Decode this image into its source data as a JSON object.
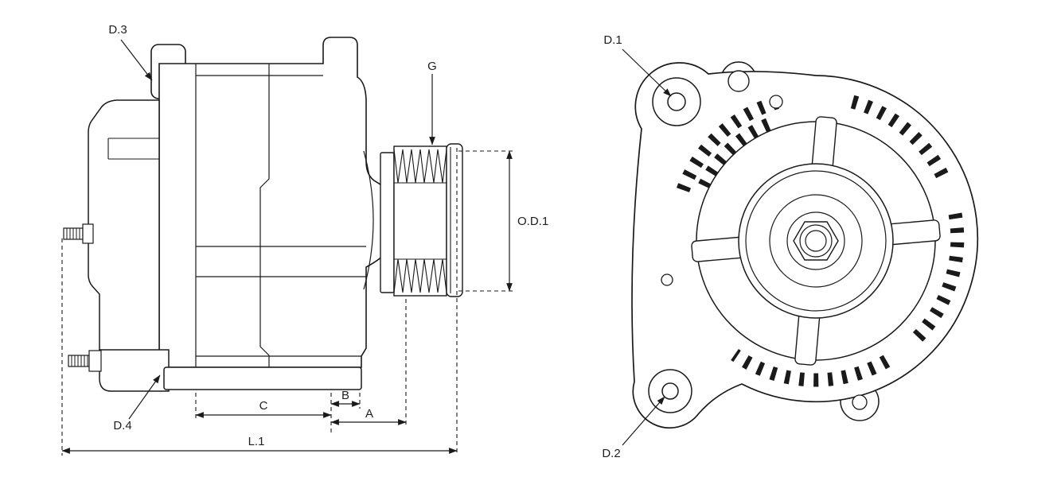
{
  "page": {
    "background": "#ffffff",
    "line_color": "#1a1a1a"
  },
  "side_view": {
    "labels": {
      "d3": "D.3",
      "d4": "D.4",
      "g": "G",
      "od1": "O.D.1",
      "c": "C",
      "b": "B",
      "a": "A",
      "l1": "L.1"
    }
  },
  "front_view": {
    "labels": {
      "d1": "D.1",
      "d2": "D.2"
    }
  }
}
